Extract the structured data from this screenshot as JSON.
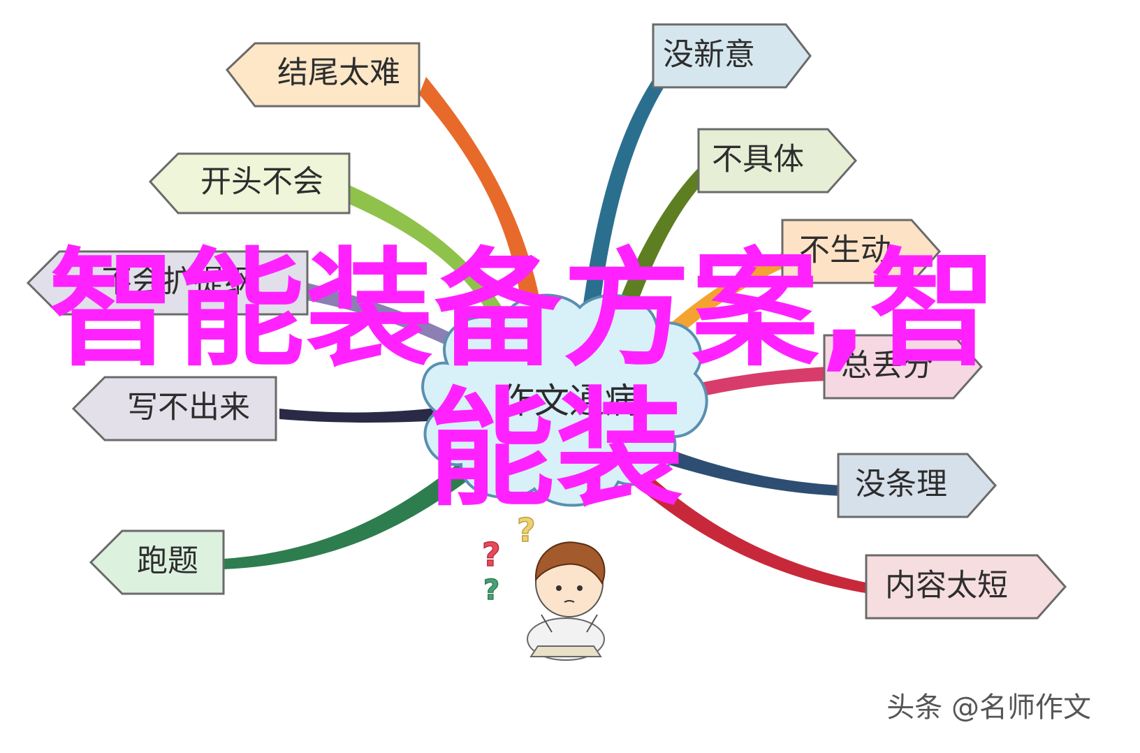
{
  "center": {
    "label": "作文通病"
  },
  "nodes": [
    {
      "id": "jiewei",
      "label": "结尾太难",
      "fill": "#fde7c7",
      "branch": "#e86a2a"
    },
    {
      "id": "kaitou",
      "label": "开头不会",
      "fill": "#eef5d8",
      "branch": "#8fc24a"
    },
    {
      "id": "buhui",
      "label": "不会扩提纲",
      "fill": "#e0dfea",
      "branch": "#8b7fb3"
    },
    {
      "id": "xiebu",
      "label": "写不出来",
      "fill": "#e4e0ea",
      "branch": "#2a2a46"
    },
    {
      "id": "paoti",
      "label": "跑题",
      "fill": "#dcf1de",
      "branch": "#2e7d4f"
    },
    {
      "id": "meixin",
      "label": "没新意",
      "fill": "#d5e6ee",
      "branch": "#2b6f8f"
    },
    {
      "id": "buju",
      "label": "不具体",
      "fill": "#e6efd5",
      "branch": "#5d7f22"
    },
    {
      "id": "busheng",
      "label": "不生动",
      "fill": "#fde2c6",
      "branch": "#f5a330"
    },
    {
      "id": "zongdiu",
      "label": "总丢分",
      "fill": "#f5d8e2",
      "branch": "#d83c6a"
    },
    {
      "id": "meitiao",
      "label": "没条理",
      "fill": "#d6e0ea",
      "branch": "#2d4e72"
    },
    {
      "id": "neirong",
      "label": "内容太短",
      "fill": "#f6dde0",
      "branch": "#c8293a"
    }
  ],
  "overlay": {
    "line1": "智能装备方案,智",
    "line2": "能装"
  },
  "watermark": "头条 @名师作文",
  "colors": {
    "overlay": "#ff22ff",
    "center_fill": "#d8f0f8",
    "center_stroke": "#5a90b0"
  }
}
